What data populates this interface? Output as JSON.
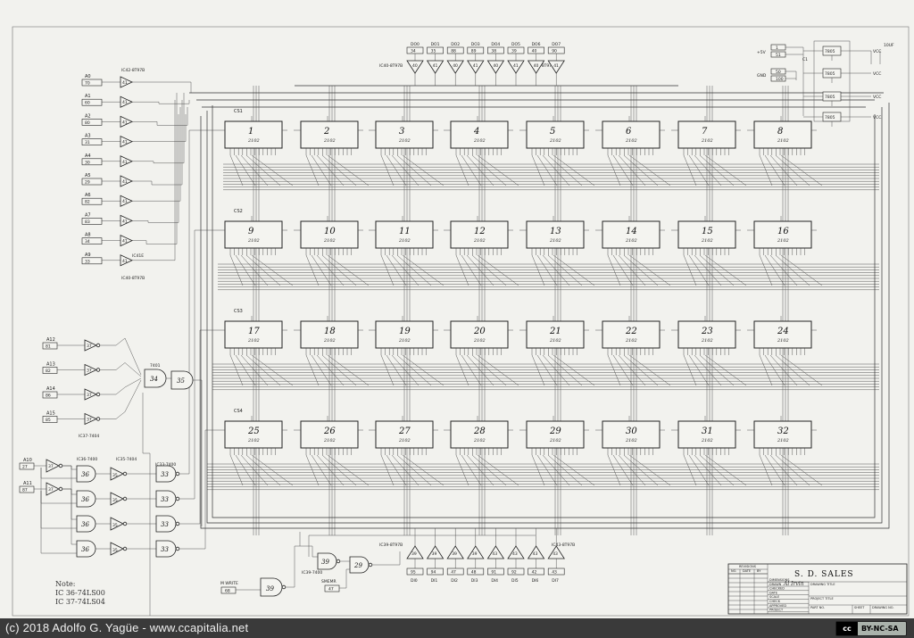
{
  "chips": [
    {
      "n": "1",
      "t": "2102"
    },
    {
      "n": "2",
      "t": "2102"
    },
    {
      "n": "3",
      "t": "2102"
    },
    {
      "n": "4",
      "t": "2102"
    },
    {
      "n": "5",
      "t": "2102"
    },
    {
      "n": "6",
      "t": "2102"
    },
    {
      "n": "7",
      "t": "2102"
    },
    {
      "n": "8",
      "t": "2102"
    },
    {
      "n": "9",
      "t": "2102"
    },
    {
      "n": "10",
      "t": "2102"
    },
    {
      "n": "11",
      "t": "2102"
    },
    {
      "n": "12",
      "t": "2102"
    },
    {
      "n": "13",
      "t": "2102"
    },
    {
      "n": "14",
      "t": "2102"
    },
    {
      "n": "15",
      "t": "2102"
    },
    {
      "n": "16",
      "t": "2102"
    },
    {
      "n": "17",
      "t": "2102"
    },
    {
      "n": "18",
      "t": "2102"
    },
    {
      "n": "19",
      "t": "2102"
    },
    {
      "n": "20",
      "t": "2102"
    },
    {
      "n": "21",
      "t": "2102"
    },
    {
      "n": "22",
      "t": "2102"
    },
    {
      "n": "23",
      "t": "2102"
    },
    {
      "n": "24",
      "t": "2102"
    },
    {
      "n": "25",
      "t": "2102"
    },
    {
      "n": "26",
      "t": "2102"
    },
    {
      "n": "27",
      "t": "2102"
    },
    {
      "n": "28",
      "t": "2102"
    },
    {
      "n": "29",
      "t": "2102"
    },
    {
      "n": "30",
      "t": "2102"
    },
    {
      "n": "31",
      "t": "2102"
    },
    {
      "n": "32",
      "t": "2102"
    }
  ],
  "row_tags": [
    "CS1",
    "CS2",
    "CS3",
    "CS4"
  ],
  "address_inputs": [
    {
      "name": "A0",
      "pin": "70"
    },
    {
      "name": "A1",
      "pin": "60"
    },
    {
      "name": "A2",
      "pin": "80"
    },
    {
      "name": "A3",
      "pin": "31"
    },
    {
      "name": "A4",
      "pin": "30"
    },
    {
      "name": "A5",
      "pin": "29"
    },
    {
      "name": "A6",
      "pin": "82"
    },
    {
      "name": "A7",
      "pin": "83"
    },
    {
      "name": "A8",
      "pin": "34"
    },
    {
      "name": "A9",
      "pin": "33"
    }
  ],
  "address_buffer_labels": {
    "top": "IC42-8T97B",
    "bottom": "IC40-8T97B",
    "tap": "IC41E"
  },
  "data_in_top": [
    {
      "name": "DO0",
      "pin": "34"
    },
    {
      "name": "DO1",
      "pin": "35"
    },
    {
      "name": "DO2",
      "pin": "88"
    },
    {
      "name": "DO3",
      "pin": "89"
    },
    {
      "name": "DO4",
      "pin": "38"
    },
    {
      "name": "DO5",
      "pin": "39"
    },
    {
      "name": "DO6",
      "pin": "40"
    },
    {
      "name": "DO7",
      "pin": "90"
    }
  ],
  "top_buffer_labels": {
    "left": "IC40-8T97B",
    "right": "IC41-8T97B"
  },
  "data_out_bottom": [
    {
      "name": "DI0",
      "pin": "95"
    },
    {
      "name": "DI1",
      "pin": "94"
    },
    {
      "name": "DI2",
      "pin": "47"
    },
    {
      "name": "DI3",
      "pin": "48"
    },
    {
      "name": "DI4",
      "pin": "91"
    },
    {
      "name": "DI5",
      "pin": "92"
    },
    {
      "name": "DI6",
      "pin": "42"
    },
    {
      "name": "DI7",
      "pin": "43"
    }
  ],
  "bottom_buffer_labels": {
    "left": "IC39-8T97B",
    "right": "IC43-8T97B"
  },
  "high_address": [
    {
      "name": "A12",
      "pin": "81"
    },
    {
      "name": "A13",
      "pin": "82"
    },
    {
      "name": "A14",
      "pin": "86"
    },
    {
      "name": "A15",
      "pin": "85"
    }
  ],
  "high_ic_label": "IC37-7404",
  "and_gates": [
    {
      "label": "34",
      "ic": "7401"
    },
    {
      "label": "35",
      "ic": ""
    }
  ],
  "decoder_inputs": [
    {
      "name": "A10",
      "pin": "27"
    },
    {
      "name": "A11",
      "pin": "87"
    }
  ],
  "decoder_ics": {
    "inv": "IC36-7400",
    "nand": "IC35-7404",
    "out": "IC33-7400"
  },
  "decoder_labels": {
    "c36": "36",
    "c35": "35",
    "c37": "37",
    "c33": "33"
  },
  "write_ctrl": {
    "name": "M WRITE",
    "pin": "68",
    "gate": "39"
  },
  "smemr_ctrl": {
    "name": "SMEMR",
    "pin": "47",
    "gate": "39"
  },
  "ctrl_ic_label": "IC39-7400",
  "gate29": "29",
  "power": {
    "plus": "+5V",
    "gnd": "GND",
    "pins": [
      "1",
      "51",
      "50",
      "100"
    ],
    "regs": [
      "7805",
      "7805",
      "7805",
      "7805"
    ],
    "vcc": "VCC",
    "cap": "10UF",
    "c1": "C1"
  },
  "title_block": {
    "company": "S. D. SALES",
    "rows": [
      "DIMENSIONS",
      "DRAWN",
      "CHECKED",
      "DATE",
      "SCALE",
      "CHECK",
      "APPROVED",
      "PROJECT"
    ],
    "hdr": [
      "NO.",
      "DATE",
      "BY"
    ],
    "rev": "REVISIONS",
    "dwg": "DRAWING TITLE",
    "proj": "PROJECT TITLE",
    "part": "PART NO.",
    "sheet": "SHEET",
    "dwgno": "DRAWING NO.",
    "signature": "Al Irvin"
  },
  "note": {
    "title": "Note:",
    "lines": [
      "IC 36-74LS00",
      "IC 37-74LS04"
    ]
  },
  "footer": {
    "copyright": "(c) 2018 Adolfo G. Yagüe - www.ccapitalia.net",
    "license": "BY-NC-SA",
    "cc": "cc"
  }
}
